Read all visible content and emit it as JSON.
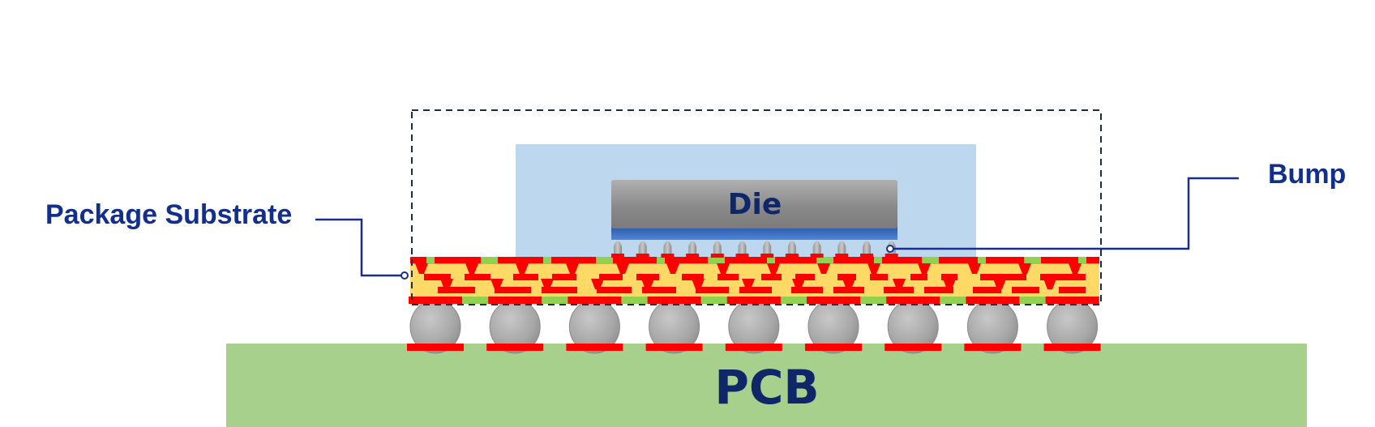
{
  "labels": {
    "package_substrate": "Package Substrate",
    "bump": "Bump",
    "die": "Die",
    "pcb": "PCB"
  },
  "colors": {
    "callout": "#1a2d8f",
    "label_text": "#132f8c",
    "pcb_fill": "#a8d08d",
    "pcb_text": "#0f2669",
    "underfill": "#bdd7ee",
    "die_fill": "#8c8c8c",
    "die_base": "#2e6cc6",
    "substrate_fill": "#ffd966",
    "substrate_green": "#92d050",
    "copper_red": "#ff0000",
    "ball_gray": "#a6a6a6",
    "package_outline": "#1f2a44"
  },
  "counts": {
    "solder_balls": 9,
    "micro_bumps": 12
  },
  "outline_style": "dashed"
}
